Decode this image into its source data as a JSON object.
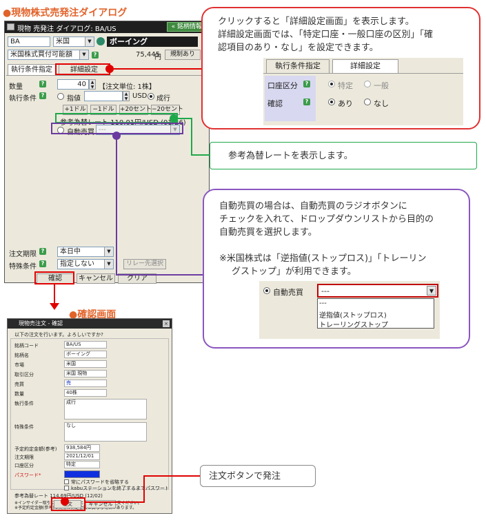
{
  "headings": {
    "main": "●現物株式売発注ダイアログ",
    "confirm": "●確認画面"
  },
  "order_window": {
    "title": "現物 売発注 ダイアログ: BA/US",
    "stock_info_button": "« 銘柄情報",
    "symbol_field": "BA",
    "market_select": "米国",
    "stock_name": "ボーイング",
    "sellable_select": "米国株式買付可能額",
    "amount": "75,445",
    "amount_unit": "円",
    "regulation_button": "規制あり",
    "tabs": [
      "執行条件指定",
      "詳細設定"
    ],
    "quantity_label": "数量",
    "quantity_value": "40",
    "quantity_unit": "【注文単位: 1株】",
    "exec_label": "執行条件",
    "limit_label": "指値",
    "currency": "USD",
    "market_order_label": "成行",
    "price_buttons": [
      "+1ドル",
      "−1ドル",
      "+20セント",
      "−20セント"
    ],
    "rate_text": "参考為替レート  110.01円/USD (01/26)",
    "auto_trade_label": "自動売買",
    "auto_trade_value": "---",
    "period_label": "注文期限",
    "period_value": "本日中",
    "special_label": "特殊条件",
    "special_value": "指定しない",
    "relay_button": "リレー先選択",
    "confirm_button": "確認",
    "cancel_button": "キャンセル",
    "clear_button": "クリア"
  },
  "callouts": {
    "detail_lines": [
      "クリックすると「詳細設定画面」を表示します。",
      "詳細設定画面では、「特定口座・一般口座の区別」「確",
      "認項目のあり・なし」を設定できます。"
    ],
    "detail_tabs": [
      "執行条件指定",
      "詳細設定"
    ],
    "account_label": "口座区分",
    "account_options": [
      "特定",
      "一般"
    ],
    "confirm_label": "確認",
    "confirm_options": [
      "あり",
      "なし"
    ],
    "rate_note": "参考為替レートを表示します。",
    "auto_lines": [
      "自動売買の場合は、自動売買のラジオボタンに",
      "チェックを入れて、ドロップダウンリストから目的の",
      "自動売買を選択します。"
    ],
    "us_note_lines": [
      "※米国株式は「逆指値(ストップロス)」「トレーリン",
      "グストップ」が利用できます。"
    ],
    "auto_dropdown_label": "自動売買",
    "auto_dropdown_selected": "---",
    "auto_dropdown_options": [
      "---",
      "逆指値(ストップロス)",
      "トレーリングストップ"
    ],
    "order_note": "注文ボタンで発注"
  },
  "confirm_window": {
    "title": "現物売注文 - 確認",
    "intro": "以下の注文を行います。よろしいですか?",
    "rows": [
      {
        "label": "銘柄コード",
        "value": "BA/US"
      },
      {
        "label": "銘柄名",
        "value": "ボーイング"
      },
      {
        "label": "市場",
        "value": "米国"
      },
      {
        "label": "取引区分",
        "value": "米国 現物"
      },
      {
        "label": "売買",
        "value": "売"
      },
      {
        "label": "数量",
        "value": "40株"
      },
      {
        "label": "執行条件",
        "value": "成行"
      },
      {
        "label": "特殊条件",
        "value": "なし"
      },
      {
        "label": "予定約定金額(参考)",
        "value": "938,584円"
      },
      {
        "label": "注文期限",
        "value": "2021/12/01"
      },
      {
        "label": "口座区分",
        "value": "特定"
      }
    ],
    "password_label": "パスワード*",
    "password_checkbox_1": "常にパスワードを省略する",
    "password_checkbox_2": "kabuステーションを終了するまでパスワードを省略する",
    "rate_line": "参考為替レート  114.69円/USD (12/02)",
    "notes": [
      "※インサイダー取引に該当しないことを確認の上、ご注文ください。",
      "※予定約定金額(参考)は実際の約定金額と異なる場合があります。"
    ],
    "order_button": "注文",
    "cancel_button": "キャンセル"
  }
}
